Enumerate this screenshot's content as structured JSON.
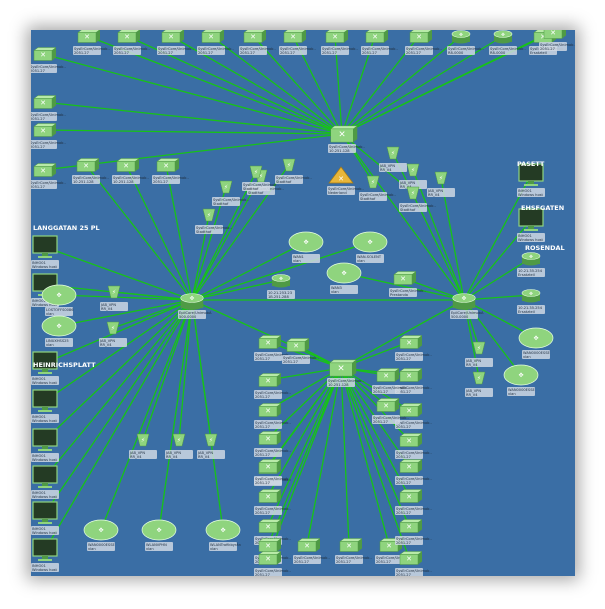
{
  "diagram": {
    "hubs": [
      {
        "id": "h1",
        "kind": "switch",
        "label1": "SysErCore/Unimob..",
        "label2": "10.251.128"
      },
      {
        "id": "h2",
        "kind": "router",
        "label1": "EpilCore/UnimobA",
        "label2": "500-0000"
      },
      {
        "id": "h3",
        "kind": "router",
        "label1": "EpilCore/UnimobA",
        "label2": "500-0000"
      },
      {
        "id": "h4",
        "kind": "switch",
        "label1": "SysErCore/Unimob..",
        "label2": "10.251.128"
      },
      {
        "id": "warn",
        "kind": "warning",
        "label1": "SysErCore/Unimob..",
        "label2": "Nederland"
      }
    ],
    "zones": [
      "PASETT",
      "EHSFGATEN",
      "ROSENDAL",
      "LANGGATAN 25 PL",
      "HEINRICHSPLATT"
    ],
    "nodes": [
      {
        "id": "t1",
        "kind": "switch",
        "label1": "SysErCore/Unimob..",
        "label2": "2051.27"
      },
      {
        "id": "t2",
        "kind": "switch",
        "label1": "SysErCore/Unimob..",
        "label2": "2051.27"
      },
      {
        "id": "t3",
        "kind": "switch",
        "label1": "SysErCore/Unimob..",
        "label2": "2051.27"
      },
      {
        "id": "t4",
        "kind": "switch",
        "label1": "SysErCore/Unimob..",
        "label2": "2051.27"
      },
      {
        "id": "t5",
        "kind": "switch",
        "label1": "SysErCore/Unimob..",
        "label2": "2051.27"
      },
      {
        "id": "t6",
        "kind": "switch",
        "label1": "SysErCore/Unimob..",
        "label2": "2051.27"
      },
      {
        "id": "t7",
        "kind": "switch",
        "label1": "SysErCore/Unimob..",
        "label2": "2051.27"
      },
      {
        "id": "t8",
        "kind": "switch",
        "label1": "SysErCore/Unimob..",
        "label2": "2051.27"
      },
      {
        "id": "t9",
        "kind": "switch",
        "label1": "SysErCore/Unimob..",
        "label2": "2051.27"
      },
      {
        "id": "t10",
        "kind": "router",
        "label1": "SysErCore/Unimob..",
        "label2": "R8-0000"
      },
      {
        "id": "t11",
        "kind": "router",
        "label1": "SysErCore/Unimob..",
        "label2": "R8-0000"
      },
      {
        "id": "t12",
        "kind": "switch",
        "label1": "SysErCore/Unimob..",
        "label2": "Ersatzteil"
      },
      {
        "id": "t13",
        "kind": "switch",
        "label1": "SysErCore/Unimob..",
        "label2": "2051.27"
      },
      {
        "id": "l1",
        "kind": "switch",
        "label1": "SysErCore/Unimob..",
        "label2": "2051.27"
      },
      {
        "id": "l2",
        "kind": "switch",
        "label1": "SysErCore/Unimob..",
        "label2": "2051.27"
      },
      {
        "id": "l3",
        "kind": "switch",
        "label1": "SysErCore/Unimob..",
        "label2": "2051.27"
      },
      {
        "id": "l4",
        "kind": "switch",
        "label1": "SysErCore/Unimob..",
        "label2": "2051.27"
      },
      {
        "id": "m1",
        "kind": "switch",
        "label1": "SysErCore/Unimob..",
        "label2": "10.251.128"
      },
      {
        "id": "m2",
        "kind": "switch",
        "label1": "SysErCore/Unimob..",
        "label2": "10.251.128"
      },
      {
        "id": "m3",
        "kind": "switch",
        "label1": "SysErCore/Unimob..",
        "label2": "2051.27"
      },
      {
        "id": "s1",
        "kind": "small",
        "label1": "SysErCore/Unimob..",
        "label2": "Stadthof"
      },
      {
        "id": "s2",
        "kind": "small",
        "label1": "SysErCore/Unimob..",
        "label2": "Stadthof"
      },
      {
        "id": "s3",
        "kind": "small",
        "label1": "SysErCore/Unimob..",
        "label2": "Stadthof"
      },
      {
        "id": "s4",
        "kind": "small",
        "label1": "SysErCore/Unimob..",
        "label2": "Stadthof"
      },
      {
        "id": "s5",
        "kind": "small",
        "label1": "SysErCore/Unimob..",
        "label2": "Stadthof"
      },
      {
        "id": "s6",
        "kind": "small",
        "label1": "JAB_VPN",
        "label2": "RR_V4"
      },
      {
        "id": "s7",
        "kind": "small",
        "label1": "JAB_VPN",
        "label2": "RR_V4"
      },
      {
        "id": "s8",
        "kind": "small",
        "label1": "JAB_VPN",
        "label2": "RR_V4"
      },
      {
        "id": "s9",
        "kind": "small",
        "label1": "SysErCore/Unimob..",
        "label2": "Stadthof"
      },
      {
        "id": "s10",
        "kind": "small",
        "label1": "SysErCore/Unimob..",
        "label2": "Stadthof"
      },
      {
        "id": "c1",
        "kind": "cloud",
        "label1": "WAN1",
        "label2": "vlan"
      },
      {
        "id": "c2",
        "kind": "cloud",
        "label1": "WAN-SOLENT",
        "label2": "vlan"
      },
      {
        "id": "c3",
        "kind": "cloud",
        "label1": "WAN3",
        "label2": "vlan"
      },
      {
        "id": "g1",
        "kind": "router",
        "label1": "10.21.253.23",
        "label2": "1B.251.288"
      },
      {
        "id": "g2",
        "kind": "switch",
        "label1": "SysErCore/Unimob..",
        "label2": "Prestanda"
      },
      {
        "id": "w1",
        "kind": "monitor",
        "label1": "INHO01",
        "label2": "Windows host"
      },
      {
        "id": "w2",
        "kind": "monitor",
        "label1": "INHO01",
        "label2": "Windows host"
      },
      {
        "id": "w3",
        "kind": "monitor",
        "label1": "INHO01",
        "label2": "Windows host"
      },
      {
        "id": "w4",
        "kind": "monitor",
        "label1": "INHO01",
        "label2": "Windows host"
      },
      {
        "id": "w5",
        "kind": "monitor",
        "label1": "INHO01",
        "label2": "Windows host"
      },
      {
        "id": "w6",
        "kind": "monitor",
        "label1": "INHO01",
        "label2": "Windows host"
      },
      {
        "id": "w7",
        "kind": "monitor",
        "label1": "INHO01",
        "label2": "Windows host"
      },
      {
        "id": "w8",
        "kind": "monitor",
        "label1": "INHO01",
        "label2": "Windows host"
      },
      {
        "id": "lc1",
        "kind": "cloud",
        "label1": "LOSTOFFS0086",
        "label2": "vlan"
      },
      {
        "id": "ls1",
        "kind": "small",
        "label1": "JAB_VPN",
        "label2": "RR_V4"
      },
      {
        "id": "ls2",
        "kind": "small",
        "label1": "JAB_VPN",
        "label2": "RR_V4"
      },
      {
        "id": "lc2",
        "kind": "cloud",
        "label1": "LINUXHSS25",
        "label2": "vlan"
      },
      {
        "id": "b1",
        "kind": "small",
        "label1": "JAB_VPN",
        "label2": "RR_V4"
      },
      {
        "id": "b2",
        "kind": "small",
        "label1": "JAB_VPN",
        "label2": "RR_V4"
      },
      {
        "id": "b3",
        "kind": "small",
        "label1": "JAB_VPN",
        "label2": "RR_V4"
      },
      {
        "id": "bc1",
        "kind": "cloud",
        "label1": "WAN0000ESSE",
        "label2": "vlan"
      },
      {
        "id": "bc2",
        "kind": "cloud",
        "label1": "WLANVPHN",
        "label2": "vlan"
      },
      {
        "id": "bc3",
        "kind": "cloud",
        "label1": "WLANTrafikbyrån",
        "label2": "vlan"
      },
      {
        "id": "r1",
        "kind": "monitor",
        "label1": "INHO01",
        "label2": "Windows host"
      },
      {
        "id": "r2",
        "kind": "monitor",
        "label1": "INHO01",
        "label2": "Windows host"
      },
      {
        "id": "r3",
        "kind": "router",
        "label1": "10.21.35.254",
        "label2": "Ersatzteil"
      },
      {
        "id": "r4",
        "kind": "router",
        "label1": "10.21.35.254",
        "label2": "Ersatzteil"
      },
      {
        "id": "rc1",
        "kind": "cloud",
        "label1": "WAN0000ESSE",
        "label2": "vlan"
      },
      {
        "id": "rc2",
        "kind": "cloud",
        "label1": "WAN0000ESSE",
        "label2": "vlan"
      },
      {
        "id": "rs1",
        "kind": "small",
        "label1": "JAB_VPN",
        "label2": "RR_V4"
      },
      {
        "id": "rs2",
        "kind": "small",
        "label1": "JAB_VPN",
        "label2": "RR_V4"
      },
      {
        "id": "bl1",
        "kind": "switch",
        "label1": "SysErCore/Unimob..",
        "label2": "2051.27"
      },
      {
        "id": "bl2",
        "kind": "switch",
        "label1": "SysErCore/Unimob..",
        "label2": "2051.27"
      },
      {
        "id": "bl3",
        "kind": "switch",
        "label1": "SysErCore/Unimob..",
        "label2": "2051.27"
      },
      {
        "id": "bl4",
        "kind": "switch",
        "label1": "SysErCore/Unimob..",
        "label2": "2051.27"
      },
      {
        "id": "bl5",
        "kind": "switch",
        "label1": "SysErCore/Unimob..",
        "label2": "2051.27"
      },
      {
        "id": "bl6",
        "kind": "switch",
        "label1": "SysErCore/Unimob..",
        "label2": "2051.27"
      },
      {
        "id": "bl7",
        "kind": "switch",
        "label1": "SysErCore/Unimob..",
        "label2": "2051.27"
      },
      {
        "id": "bl8",
        "kind": "switch",
        "label1": "SysErCore/Unimob..",
        "label2": "2051.27"
      },
      {
        "id": "bl9",
        "kind": "switch",
        "label1": "SysErCore/Unimob..",
        "label2": "2051.27"
      },
      {
        "id": "bl10",
        "kind": "switch",
        "label1": "SysErCore/Unimob..",
        "label2": "2051.27"
      },
      {
        "id": "bm1",
        "kind": "switch",
        "label1": "SysErCore/Unimob..",
        "label2": "2051.27"
      },
      {
        "id": "bm2",
        "kind": "switch",
        "label1": "SysErCore/Unimob..",
        "label2": "2051.27"
      },
      {
        "id": "bm3",
        "kind": "switch",
        "label1": "SysErCore/Unimob..",
        "label2": "2051.27"
      },
      {
        "id": "bm4",
        "kind": "switch",
        "label1": "SysErCore/Unimob..",
        "label2": "2051.27"
      },
      {
        "id": "br1",
        "kind": "switch",
        "label1": "SysErCore/Unimob..",
        "label2": "2051.27"
      },
      {
        "id": "br2",
        "kind": "switch",
        "label1": "SysErCore/Unimob..",
        "label2": "2051.27"
      },
      {
        "id": "br3",
        "kind": "switch",
        "label1": "SysErCore/Unimob..",
        "label2": "2051.27"
      },
      {
        "id": "br4",
        "kind": "switch",
        "label1": "SysErCore/Unimob..",
        "label2": "2051.27"
      },
      {
        "id": "br5",
        "kind": "switch",
        "label1": "SysErCore/Unimob..",
        "label2": "2051.27"
      },
      {
        "id": "br6",
        "kind": "switch",
        "label1": "SysErCore/Unimob..",
        "label2": "2051.27"
      },
      {
        "id": "br7",
        "kind": "switch",
        "label1": "SysErCore/Unimob..",
        "label2": "2051.27"
      },
      {
        "id": "br8",
        "kind": "switch",
        "label1": "SysErCore/Unimob..",
        "label2": "2051.27"
      },
      {
        "id": "br9",
        "kind": "switch",
        "label1": "SysErCore/Unimob..",
        "label2": "2051.27"
      },
      {
        "id": "br10",
        "kind": "switch",
        "label1": "SysErCore/Unimob..",
        "label2": "2051.27"
      }
    ],
    "links": [
      [
        "h1",
        "t1"
      ],
      [
        "h1",
        "t2"
      ],
      [
        "h1",
        "t3"
      ],
      [
        "h1",
        "t4"
      ],
      [
        "h1",
        "t5"
      ],
      [
        "h1",
        "t6"
      ],
      [
        "h1",
        "t7"
      ],
      [
        "h1",
        "t8"
      ],
      [
        "h1",
        "t9"
      ],
      [
        "h1",
        "t10"
      ],
      [
        "h1",
        "t11"
      ],
      [
        "h1",
        "t12"
      ],
      [
        "h1",
        "t13"
      ],
      [
        "h1",
        "l1"
      ],
      [
        "h1",
        "l2"
      ],
      [
        "h1",
        "l3"
      ],
      [
        "h1",
        "l4"
      ],
      [
        "h1",
        "h3"
      ],
      [
        "h1",
        "s9"
      ],
      [
        "h1",
        "s10"
      ],
      [
        "h2",
        "m1"
      ],
      [
        "h2",
        "m2"
      ],
      [
        "h2",
        "m3"
      ],
      [
        "h2",
        "s1"
      ],
      [
        "h2",
        "s2"
      ],
      [
        "h2",
        "s3"
      ],
      [
        "h2",
        "s4"
      ],
      [
        "h2",
        "s5"
      ],
      [
        "h2",
        "c1"
      ],
      [
        "h2",
        "g1"
      ],
      [
        "h2",
        "c2"
      ],
      [
        "h2",
        "w1"
      ],
      [
        "h2",
        "w2"
      ],
      [
        "h2",
        "w3"
      ],
      [
        "h2",
        "w4"
      ],
      [
        "h2",
        "w5"
      ],
      [
        "h2",
        "w6"
      ],
      [
        "h2",
        "w7"
      ],
      [
        "h2",
        "w8"
      ],
      [
        "h2",
        "lc1"
      ],
      [
        "h2",
        "ls1"
      ],
      [
        "h2",
        "ls2"
      ],
      [
        "h2",
        "lc2"
      ],
      [
        "h2",
        "b1"
      ],
      [
        "h2",
        "b2"
      ],
      [
        "h2",
        "b3"
      ],
      [
        "h2",
        "bc1"
      ],
      [
        "h2",
        "bc2"
      ],
      [
        "h2",
        "bc3"
      ],
      [
        "h2",
        "h3"
      ],
      [
        "h2",
        "h4"
      ],
      [
        "h3",
        "s6"
      ],
      [
        "h3",
        "s7"
      ],
      [
        "h3",
        "s8"
      ],
      [
        "h3",
        "c3"
      ],
      [
        "h3",
        "g2"
      ],
      [
        "h3",
        "r1"
      ],
      [
        "h3",
        "r2"
      ],
      [
        "h3",
        "r3"
      ],
      [
        "h3",
        "r4"
      ],
      [
        "h3",
        "rc1"
      ],
      [
        "h3",
        "rc2"
      ],
      [
        "h3",
        "rs1"
      ],
      [
        "h3",
        "rs2"
      ],
      [
        "h3",
        "h4"
      ],
      [
        "h4",
        "bl1"
      ],
      [
        "h4",
        "bl2"
      ],
      [
        "h4",
        "bl3"
      ],
      [
        "h4",
        "bl4"
      ],
      [
        "h4",
        "bl5"
      ],
      [
        "h4",
        "bl6"
      ],
      [
        "h4",
        "bl7"
      ],
      [
        "h4",
        "bl8"
      ],
      [
        "h4",
        "bl9"
      ],
      [
        "h4",
        "bl10"
      ],
      [
        "h4",
        "bm1"
      ],
      [
        "h4",
        "bm2"
      ],
      [
        "h4",
        "bm3"
      ],
      [
        "h4",
        "bm4"
      ],
      [
        "h4",
        "br1"
      ],
      [
        "h4",
        "br2"
      ],
      [
        "h4",
        "br3"
      ],
      [
        "h4",
        "br4"
      ],
      [
        "h4",
        "br5"
      ],
      [
        "h4",
        "br6"
      ],
      [
        "h4",
        "br7"
      ],
      [
        "h4",
        "br8"
      ],
      [
        "h4",
        "br9"
      ],
      [
        "h4",
        "br10"
      ]
    ]
  },
  "colors": {
    "background": "#3a6ea5",
    "link": "#17c317",
    "node_fill": "#8fd47e",
    "node_dark": "#4f9a45",
    "label_box": "#cfd8e3",
    "warning": "#e8b63a"
  }
}
